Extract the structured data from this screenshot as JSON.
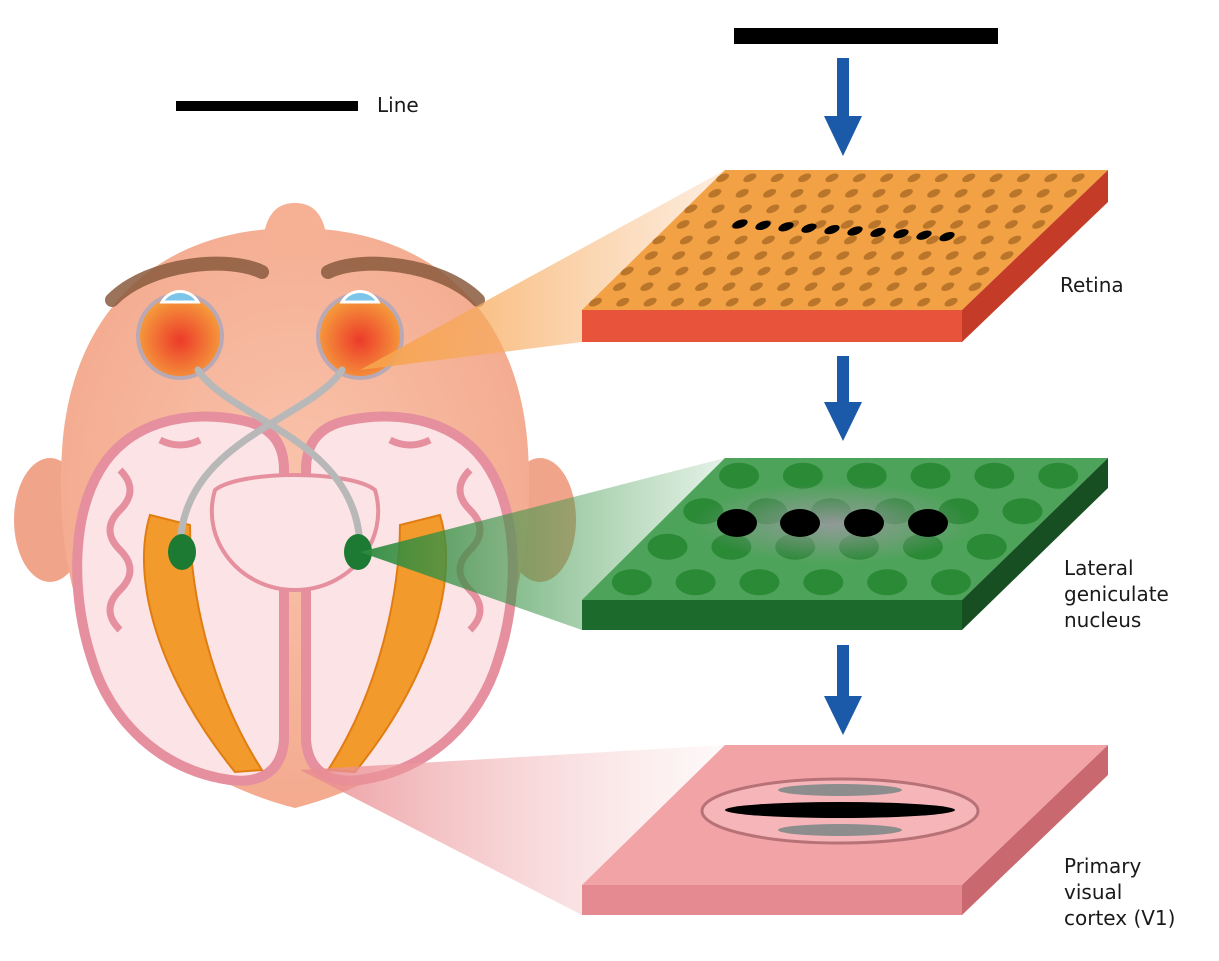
{
  "labels": {
    "line": "Line",
    "retina": "Retina",
    "lgn_1": "Lateral",
    "lgn_2": "geniculate",
    "lgn_3": "nucleus",
    "v1_1": "Primary",
    "v1_2": "visual",
    "v1_3": "cortex (V1)"
  },
  "colors": {
    "stimulus": "#000000",
    "arrow": "#1a5aa8",
    "retina_top": "#f2a145",
    "retina_side": "#e8533c",
    "lgn_top": "#3e9a48",
    "lgn_side": "#1d6b2c",
    "v1_top": "#f2a3a6",
    "v1_side": "#d7777d",
    "skin": "#f7b49a",
    "optic_tract": "#b8b8b8",
    "optic_radiation": "#f39a2c"
  }
}
